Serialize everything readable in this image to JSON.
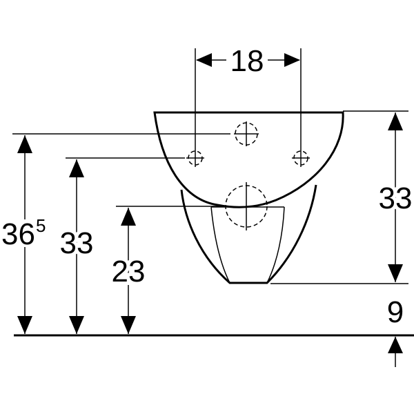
{
  "dimensions": {
    "top_width": "18",
    "right_height": "33",
    "right_floor_gap": "9",
    "left_total_base": "36",
    "left_total_sup": "5",
    "left_middle": "33",
    "left_inner": "23"
  }
}
